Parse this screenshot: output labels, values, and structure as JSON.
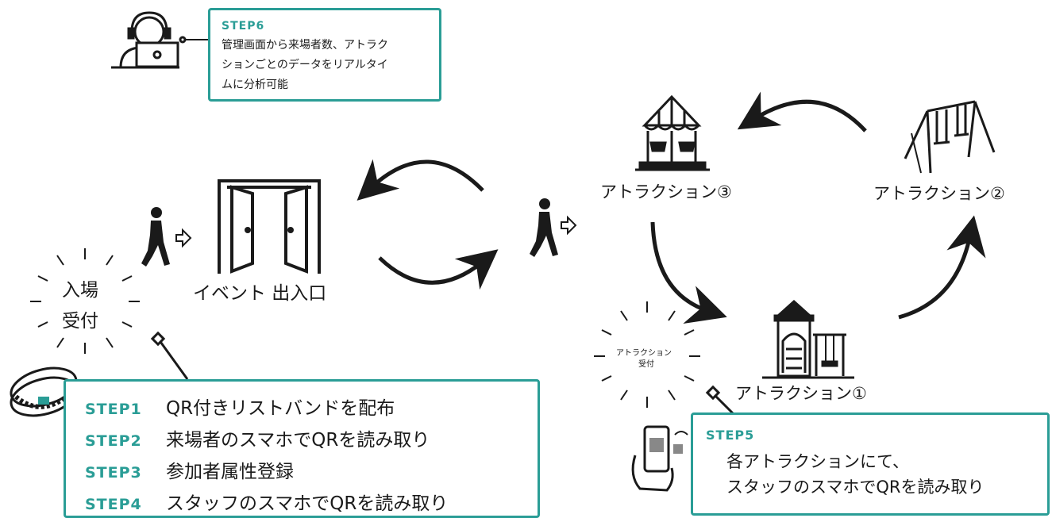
{
  "step6": {
    "title": "STEP6",
    "text_lines": [
      "管理画面から来場者数、アトラク",
      "ションごとのデータをリアルタイ",
      "ムに分析可能"
    ]
  },
  "reception": {
    "line1": "入場",
    "line2": "受付"
  },
  "entrance": {
    "label": "イベント 出入口"
  },
  "attractions": {
    "a1": "アトラクション①",
    "a2": "アトラクション②",
    "a3": "アトラクション③"
  },
  "attraction_reception": {
    "line1": "アトラクション",
    "line2": "受付"
  },
  "steps_main": [
    {
      "title": "STEP1",
      "text": "QR付きリストバンドを配布"
    },
    {
      "title": "STEP2",
      "text": "来場者のスマホでQRを読み取り"
    },
    {
      "title": "STEP3",
      "text": "参加者属性登録"
    },
    {
      "title": "STEP4",
      "text": "スタッフのスマホでQRを読み取り"
    }
  ],
  "step5": {
    "title": "STEP5",
    "line1": "各アトラクションにて、",
    "line2": "スタッフのスマホでQRを読み取り"
  },
  "colors": {
    "accent": "#2a9d96",
    "ink": "#1a1a1a"
  },
  "icons": [
    "operator-laptop-icon",
    "walking-person-icon",
    "door-icon",
    "carousel-icon",
    "swing-icon",
    "playground-icon",
    "wristband-icon",
    "smartphone-qr-icon"
  ]
}
